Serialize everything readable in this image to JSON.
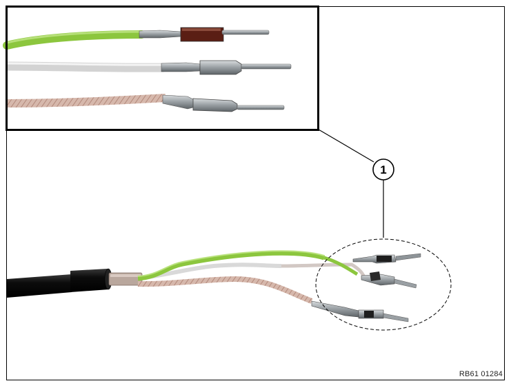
{
  "callout": {
    "number": "1"
  },
  "reference_code": "RB61 01284",
  "colors": {
    "green_wire": "#8cc63e",
    "white_wire": "#dcdcdc",
    "braided_wire": "#c9a79a",
    "cable_sheath": "#111111",
    "pin_metal": "#9aa0a4",
    "border": "#000000"
  },
  "wires": [
    "green-wire",
    "white-wire",
    "braided-wire"
  ]
}
